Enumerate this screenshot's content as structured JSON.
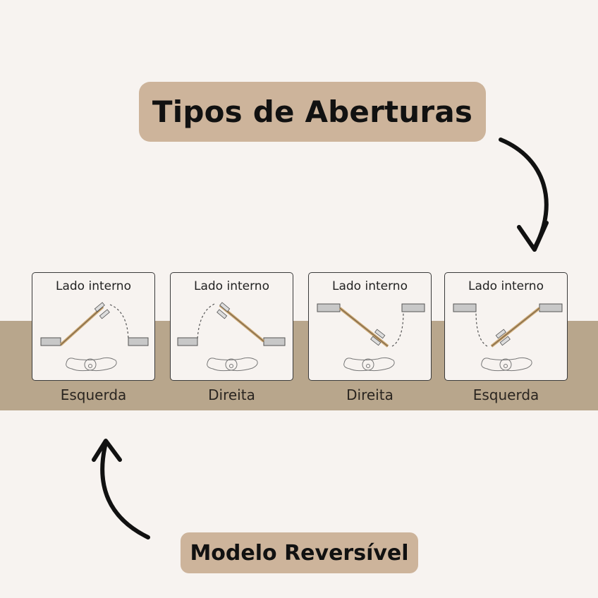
{
  "title": "Tipos de Aberturas",
  "subtitle": "Modelo Reversível",
  "cards": [
    {
      "label": "Lado interno",
      "caption": "Esquerda"
    },
    {
      "label": "Lado interno",
      "caption": "Direita"
    },
    {
      "label": "Lado interno",
      "caption": "Direita"
    },
    {
      "label": "Lado interno",
      "caption": "Esquerda"
    }
  ],
  "colors": {
    "background": "#f7f3f0",
    "band": "#b8a68c",
    "pill": "#cdb49b",
    "door": "#c9a46e"
  },
  "icons": [
    "curved-arrow-down-icon",
    "curved-arrow-up-icon",
    "door-swing-icon",
    "toilet-icon"
  ]
}
